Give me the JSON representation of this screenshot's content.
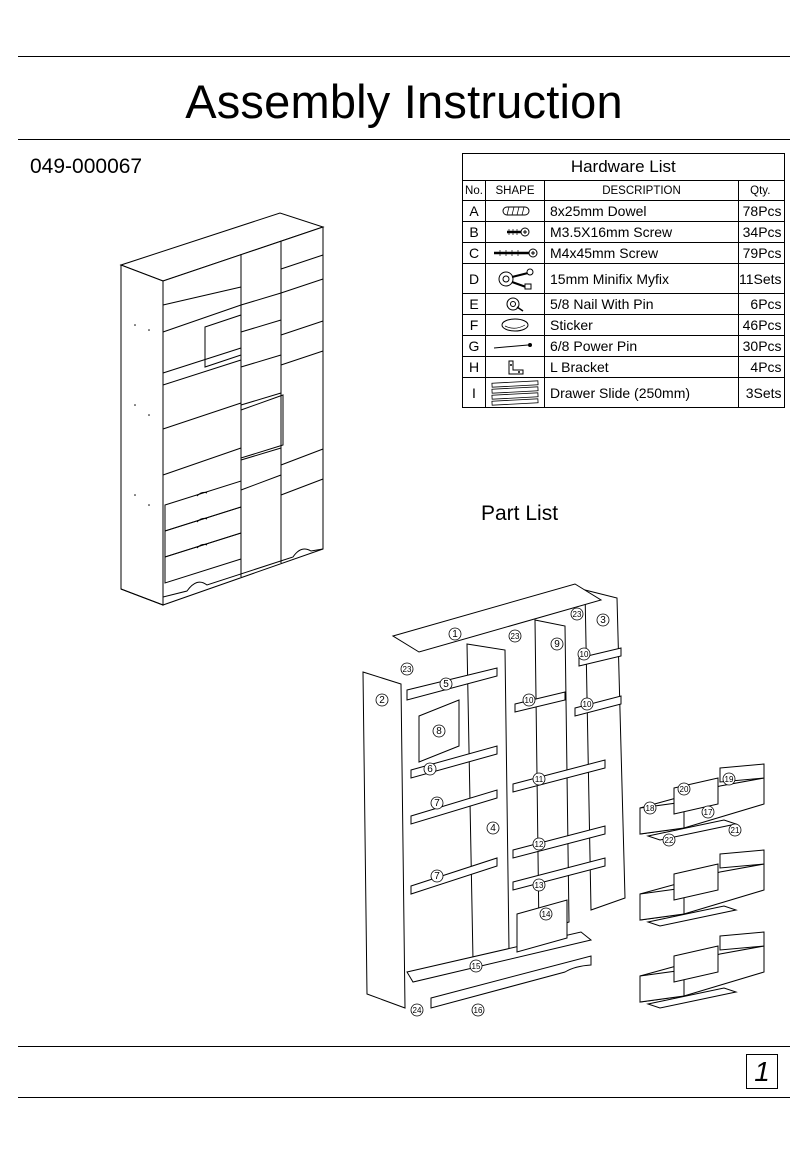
{
  "title": "Assembly Instruction",
  "model_number": "049-000067",
  "hardware_list": {
    "caption": "Hardware List",
    "headers": {
      "no": "No.",
      "shape": "SHAPE",
      "description": "DESCRIPTION",
      "qty": "Qty."
    },
    "rows": [
      {
        "no": "A",
        "shape_icon": "dowel-icon",
        "description": "8x25mm Dowel",
        "qty": "78Pcs"
      },
      {
        "no": "B",
        "shape_icon": "short-screw-icon",
        "description": "M3.5X16mm Screw",
        "qty": "34Pcs"
      },
      {
        "no": "C",
        "shape_icon": "long-screw-icon",
        "description": "M4x45mm Screw",
        "qty": "79Pcs"
      },
      {
        "no": "D",
        "shape_icon": "minifix-icon",
        "description": "15mm Minifix Myfix",
        "qty": "11Sets"
      },
      {
        "no": "E",
        "shape_icon": "nail-pin-icon",
        "description": "5/8 Nail With Pin",
        "qty": "6Pcs"
      },
      {
        "no": "F",
        "shape_icon": "sticker-icon",
        "description": "Sticker",
        "qty": "46Pcs"
      },
      {
        "no": "G",
        "shape_icon": "power-pin-icon",
        "description": "6/8 Power Pin",
        "qty": "30Pcs"
      },
      {
        "no": "H",
        "shape_icon": "l-bracket-icon",
        "description": "L Bracket",
        "qty": "4Pcs"
      },
      {
        "no": "I",
        "shape_icon": "drawer-slide-icon",
        "description": "Drawer Slide (250mm)",
        "qty": "3Sets"
      }
    ]
  },
  "part_list_title": "Part List",
  "part_labels": [
    "1",
    "2",
    "3",
    "4",
    "5",
    "6",
    "7",
    "7",
    "8",
    "9",
    "10",
    "10",
    "10",
    "11",
    "12",
    "13",
    "14",
    "15",
    "16",
    "17",
    "18",
    "19",
    "20",
    "21",
    "22",
    "23",
    "23",
    "23",
    "24"
  ],
  "page_number": "1"
}
